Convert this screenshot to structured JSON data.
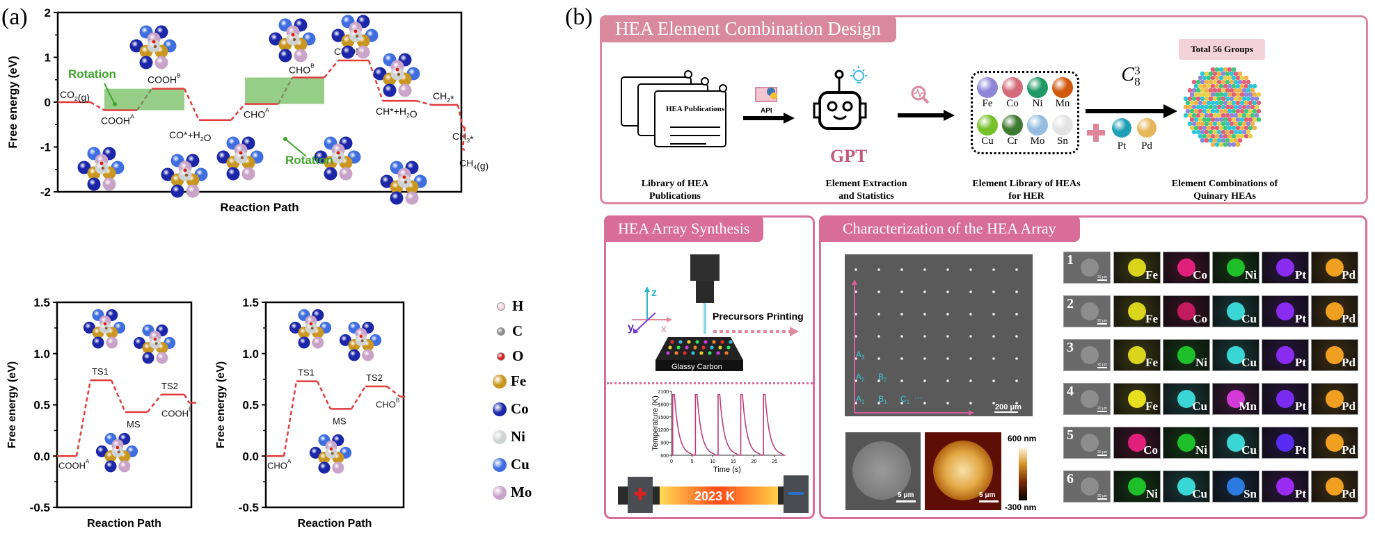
{
  "panel_a": {
    "label": "(a)",
    "rotation_label": "Rotation",
    "legend": [
      {
        "symbol": "H",
        "color": "#f3d6dc",
        "size": "small"
      },
      {
        "symbol": "C",
        "color": "#8a8a8a",
        "size": "small"
      },
      {
        "symbol": "O",
        "color": "#e01b1b",
        "size": "small"
      },
      {
        "symbol": "Fe",
        "color": "#c9961f",
        "size": "large"
      },
      {
        "symbol": "Co",
        "color": "#1b26a8",
        "size": "large"
      },
      {
        "symbol": "Ni",
        "color": "#cfd3d3",
        "size": "large"
      },
      {
        "symbol": "Cu",
        "color": "#3e6ee0",
        "size": "large"
      },
      {
        "symbol": "Mo",
        "color": "#c9a3c8",
        "size": "large"
      }
    ]
  },
  "chart_data": [
    {
      "type": "line",
      "subtype": "energy-level-diagram",
      "title": "",
      "xlabel": "Reaction Path",
      "ylabel": "Free energy (eV)",
      "ylim": [
        -2,
        2
      ],
      "yticks": [
        "2",
        "1",
        "0",
        "-1",
        "-2"
      ],
      "line_color": "#e03c3c",
      "levels": [
        {
          "label": "CO₂(g)",
          "value": 0.0
        },
        {
          "label": "COOH^A",
          "value": -0.18
        },
        {
          "label": "COOH^B",
          "value": 0.3
        },
        {
          "label": "CO*+H₂O",
          "value": -0.4
        },
        {
          "label": "CHO^A",
          "value": -0.04
        },
        {
          "label": "CHO^B",
          "value": 0.55
        },
        {
          "label": "CHOH*",
          "value": 0.93
        },
        {
          "label": "CH*+H₂O",
          "value": 0.03
        },
        {
          "label": "CH₂*",
          "value": -0.06
        },
        {
          "label": "CH₃*",
          "value": -0.56
        },
        {
          "label": "CH₄(g)",
          "value": -1.06
        }
      ],
      "annotations": [
        {
          "text": "Rotation",
          "between": [
            "COOH^A",
            "COOH^B"
          ]
        },
        {
          "text": "Rotation",
          "between": [
            "CHO^A",
            "CHO^B"
          ]
        }
      ]
    },
    {
      "type": "line",
      "subtype": "energy-level-diagram",
      "xlabel": "Reaction Path",
      "ylabel": "Free energy (eV)",
      "ylim": [
        -0.5,
        1.5
      ],
      "yticks": [
        "1.5",
        "1.0",
        "0.5",
        "0.0",
        "-0.5"
      ],
      "line_color": "#e03c3c",
      "levels": [
        {
          "label": "COOH^A",
          "value": 0.0
        },
        {
          "label": "TS1",
          "value": 0.74
        },
        {
          "label": "MS",
          "value": 0.43
        },
        {
          "label": "TS2",
          "value": 0.6
        },
        {
          "label": "COOH^B",
          "value": 0.52
        }
      ]
    },
    {
      "type": "line",
      "subtype": "energy-level-diagram",
      "xlabel": "Reaction Path",
      "ylabel": "Free energy (eV)",
      "ylim": [
        -0.5,
        1.5
      ],
      "yticks": [
        "1.5",
        "1.0",
        "0.5",
        "0.0",
        "-0.5"
      ],
      "line_color": "#e03c3c",
      "levels": [
        {
          "label": "CHO^A",
          "value": 0.0
        },
        {
          "label": "TS1",
          "value": 0.73
        },
        {
          "label": "MS",
          "value": 0.46
        },
        {
          "label": "TS2",
          "value": 0.68
        },
        {
          "label": "CHO^B",
          "value": 0.58
        }
      ]
    },
    {
      "type": "line",
      "title": "",
      "xlabel": "Time (s)",
      "ylabel": "Temperature (K)",
      "xlim": [
        0,
        27
      ],
      "ylim": [
        600,
        2100
      ],
      "xticks": [
        "0",
        "5",
        "10",
        "15",
        "20",
        "25"
      ],
      "yticks": [
        "600",
        "900",
        "1200",
        "1500",
        "1800",
        "2100"
      ],
      "pulse_times": [
        0.3,
        5.8,
        11.3,
        16.8,
        22.3
      ],
      "peak": 2023,
      "base": 600,
      "line_color": "#b8407a"
    }
  ],
  "panel_b": {
    "label": "(b)",
    "design": {
      "title": "HEA Element Combination Design",
      "doc_label": "HEA Publications",
      "api_label": "API",
      "gpt_label": "GPT",
      "combo_symbol": "C",
      "combo_sub": "8",
      "combo_sup": "3",
      "total_badge": "Total 56 Groups",
      "captions": [
        {
          "line1": "Library of HEA",
          "line2": "Publications"
        },
        {
          "line1": "Element Extraction",
          "line2": "and Statistics"
        },
        {
          "line1": "Element Library of HEAs",
          "line2": "for HER"
        },
        {
          "line1": "Element Combinations of",
          "line2": "Quinary HEAs"
        }
      ],
      "elements": [
        {
          "symbol": "Fe",
          "color": "#8f86d8"
        },
        {
          "symbol": "Co",
          "color": "#d46b7a"
        },
        {
          "symbol": "Ni",
          "color": "#1f9a66"
        },
        {
          "symbol": "Mn",
          "color": "#d0590e"
        },
        {
          "symbol": "Cu",
          "color": "#76c02c"
        },
        {
          "symbol": "Cr",
          "color": "#3f7a32"
        },
        {
          "symbol": "Mo",
          "color": "#94bde0"
        },
        {
          "symbol": "Sn",
          "color": "#e4e4e4"
        }
      ],
      "added_elements": [
        {
          "symbol": "Pt",
          "color": "#1f9fb5"
        },
        {
          "symbol": "Pd",
          "color": "#e8b65a"
        }
      ]
    },
    "synthesis": {
      "title": "HEA Array Synthesis",
      "axes": [
        "z",
        "y",
        "x"
      ],
      "printing_label": "Precursors Printing",
      "substrate_label": "Glassy Carbon",
      "heater_label": "2023 K"
    },
    "characterization": {
      "title": "Characterization of the HEA Array",
      "grid_labels": [
        {
          "base": "A",
          "sub": "3"
        },
        {
          "base": "A",
          "sub": "2"
        },
        {
          "base": "B",
          "sub": "2"
        },
        {
          "base": "A",
          "sub": "1"
        },
        {
          "base": "B",
          "sub": "1"
        },
        {
          "base": "C",
          "sub": "1"
        }
      ],
      "ellipsis": "···",
      "scale_big": "200 μm",
      "scale_small_sem": "5 μm",
      "scale_small_afm": "5 μm",
      "colorbar_max": "600 nm",
      "colorbar_min": "-300 nm",
      "map_scale": "20 μm",
      "rows": [
        {
          "id": "1",
          "elements": [
            {
              "s": "Fe",
              "c": "#d9d51c"
            },
            {
              "s": "Co",
              "c": "#e0207a"
            },
            {
              "s": "Ni",
              "c": "#1fbf2a"
            },
            {
              "s": "Pt",
              "c": "#8a2bf0"
            },
            {
              "s": "Pd",
              "c": "#f0a020"
            }
          ]
        },
        {
          "id": "2",
          "elements": [
            {
              "s": "Fe",
              "c": "#d9d51c"
            },
            {
              "s": "Co",
              "c": "#c41a5e"
            },
            {
              "s": "Cu",
              "c": "#3ad6d6"
            },
            {
              "s": "Pt",
              "c": "#8a2bf0"
            },
            {
              "s": "Pd",
              "c": "#f0a020"
            }
          ]
        },
        {
          "id": "3",
          "elements": [
            {
              "s": "Fe",
              "c": "#d9d51c"
            },
            {
              "s": "Ni",
              "c": "#1fbf2a"
            },
            {
              "s": "Cu",
              "c": "#3ad6d6"
            },
            {
              "s": "Pt",
              "c": "#8a2bf0"
            },
            {
              "s": "Pd",
              "c": "#f0a020"
            }
          ]
        },
        {
          "id": "4",
          "elements": [
            {
              "s": "Fe",
              "c": "#e8e01c"
            },
            {
              "s": "Cu",
              "c": "#3ad6d6"
            },
            {
              "s": "Mn",
              "c": "#d43ad6"
            },
            {
              "s": "Pt",
              "c": "#7a2bf0"
            },
            {
              "s": "Pd",
              "c": "#f0a020"
            }
          ]
        },
        {
          "id": "5",
          "elements": [
            {
              "s": "Co",
              "c": "#e0207a"
            },
            {
              "s": "Ni",
              "c": "#1fbf2a"
            },
            {
              "s": "Cu",
              "c": "#3ad6d6"
            },
            {
              "s": "Pt",
              "c": "#5a2bf0"
            },
            {
              "s": "Pd",
              "c": "#f0a020"
            }
          ]
        },
        {
          "id": "6",
          "elements": [
            {
              "s": "Ni",
              "c": "#1fbf2a"
            },
            {
              "s": "Cu",
              "c": "#3ad6d6"
            },
            {
              "s": "Sn",
              "c": "#2a7ae0"
            },
            {
              "s": "Pt",
              "c": "#9a2bf0"
            },
            {
              "s": "Pd",
              "c": "#f0a020"
            }
          ]
        }
      ]
    }
  }
}
